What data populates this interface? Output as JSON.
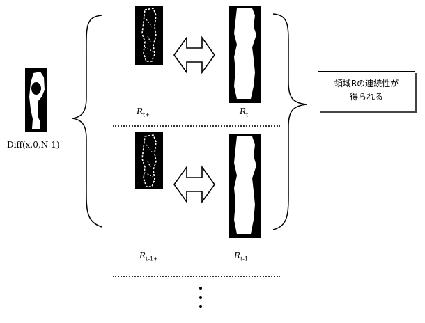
{
  "source_label": "Diff(x,0,N-1)",
  "rows": [
    {
      "left_label_main": "R",
      "left_label_sub": "t+",
      "right_label_main": "R",
      "right_label_sub": "t"
    },
    {
      "left_label_main": "R",
      "left_label_sub": "t-1+",
      "right_label_main": "R",
      "right_label_sub": "t-1"
    }
  ],
  "note": {
    "line1": "領域Rの連続性が",
    "line2": "得られる"
  },
  "continuation": "⋮",
  "colors": {
    "ink": "#000000",
    "background": "#ffffff",
    "figure": "#ffffff"
  }
}
